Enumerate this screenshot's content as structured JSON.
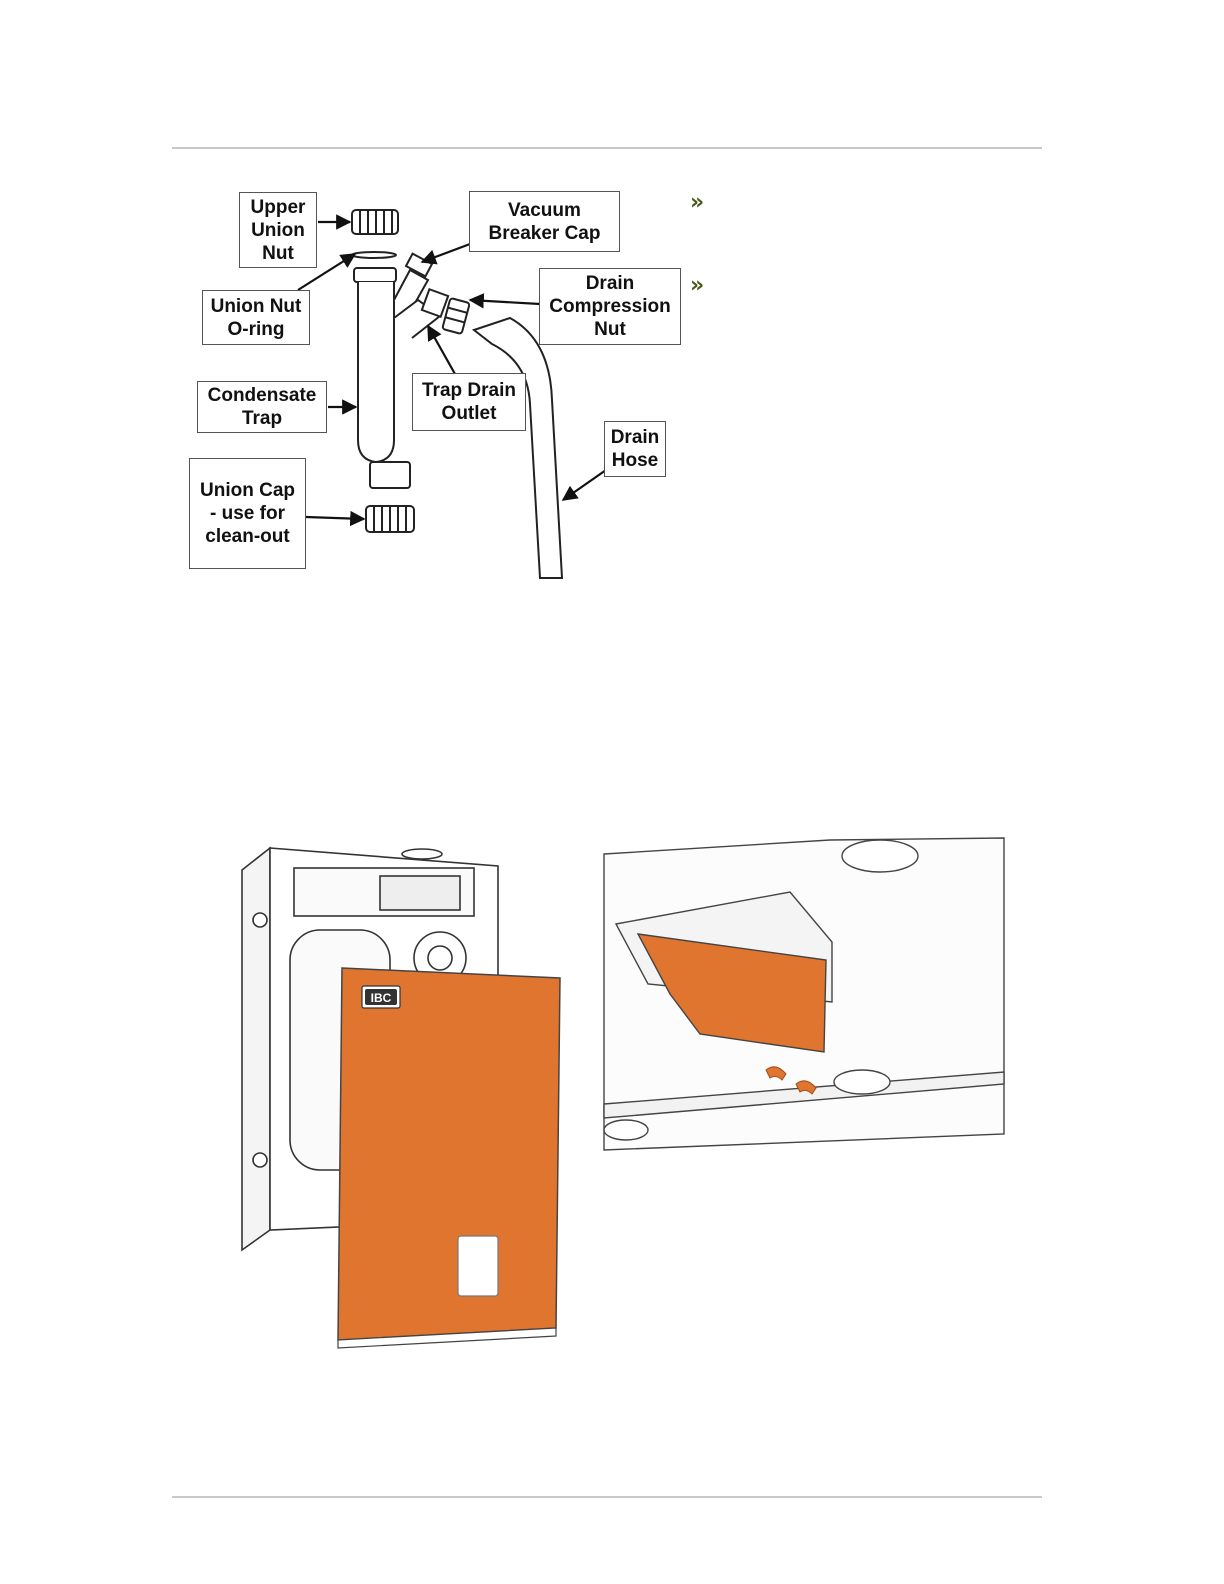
{
  "diagram": {
    "callouts": {
      "upper_union_nut": "Upper\nUnion\nNut",
      "union_nut_oring": "Union Nut\nO-ring",
      "condensate_trap": "Condensate\nTrap",
      "union_cap": "Union Cap\n- use for\nclean-out",
      "vacuum_breaker_cap": "Vacuum\nBreaker Cap",
      "drain_compression_nut": "Drain\nCompression\nNut",
      "trap_drain_outlet": "Trap Drain\nOutlet",
      "drain_hose": "Drain\nHose"
    }
  },
  "bullets": [
    "»",
    "»"
  ],
  "photos": {
    "logo_text": "IBC",
    "panel_color": "#e07530"
  }
}
